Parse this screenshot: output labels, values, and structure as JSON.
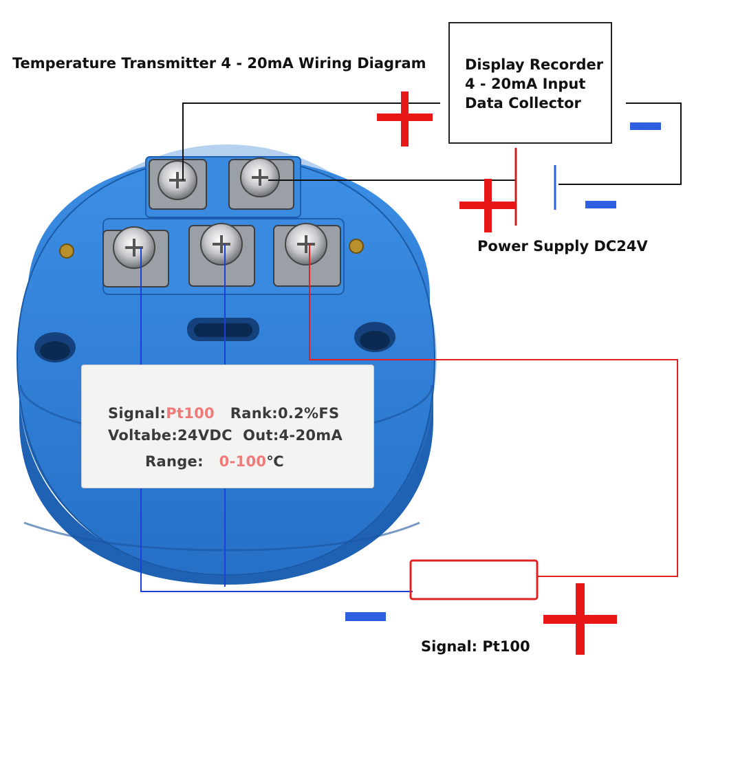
{
  "diagram": {
    "title": "Temperature Transmitter 4 - 20mA Wiring Diagram",
    "recorder": {
      "lines": [
        "Display Recorder",
        "4 - 20mA Input",
        "Data Collector"
      ]
    },
    "power_supply_label": "Power Supply DC24V",
    "sensor_label": "Signal: Pt100",
    "plate": {
      "signal_key": "Signal:",
      "signal_value": "Pt100",
      "rank": "Rank:0.2%FS",
      "voltage": "Voltabe:24VDC",
      "out": "Out:4-20mA",
      "range_key": "Range:",
      "range_value": "0-100",
      "range_unit": "℃"
    },
    "polarity": {
      "plus": "+",
      "minus": "−"
    },
    "colors": {
      "transmitter_body": "#2f7fd6",
      "positive_wire": "#e02020",
      "negative_wire": "#1c3fd8",
      "loop_wire": "#111111",
      "plus_symbol": "#e81818",
      "minus_symbol": "#2e5fe0"
    }
  }
}
